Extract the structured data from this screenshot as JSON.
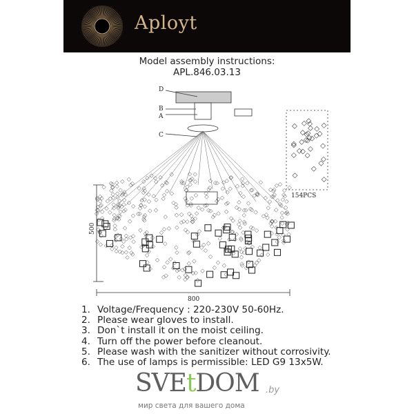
{
  "brand": {
    "name": "Aployt",
    "accent": "#d4b48a"
  },
  "title": {
    "line1": "Model assembly instructions:",
    "line2": "APL.846.03.13"
  },
  "diagram": {
    "labels": {
      "d": "D",
      "b": "B",
      "a": "A",
      "c": "C"
    },
    "pieces": "154PCS",
    "height": "500",
    "width": "800"
  },
  "instructions": [
    {
      "n": "1.",
      "text": "Voltage/Frequency : 220-230V 50-60Hz."
    },
    {
      "n": "2.",
      "text": "Please wear gloves to install."
    },
    {
      "n": "3.",
      "text": "Don`t install it on the moist ceiling."
    },
    {
      "n": "4.",
      "text": "Turn off the power before cleanout."
    },
    {
      "n": "5.",
      "text": "Please wash with the sanitizer without corrosivity."
    },
    {
      "n": "6.",
      "text": "The use of lamps is permissible: LED G9 13x5W."
    }
  ],
  "watermark": {
    "a": "SVE",
    "b": "t",
    "c": "DOM",
    "by": ".by",
    "tagline": "мир света для вашего дома"
  }
}
